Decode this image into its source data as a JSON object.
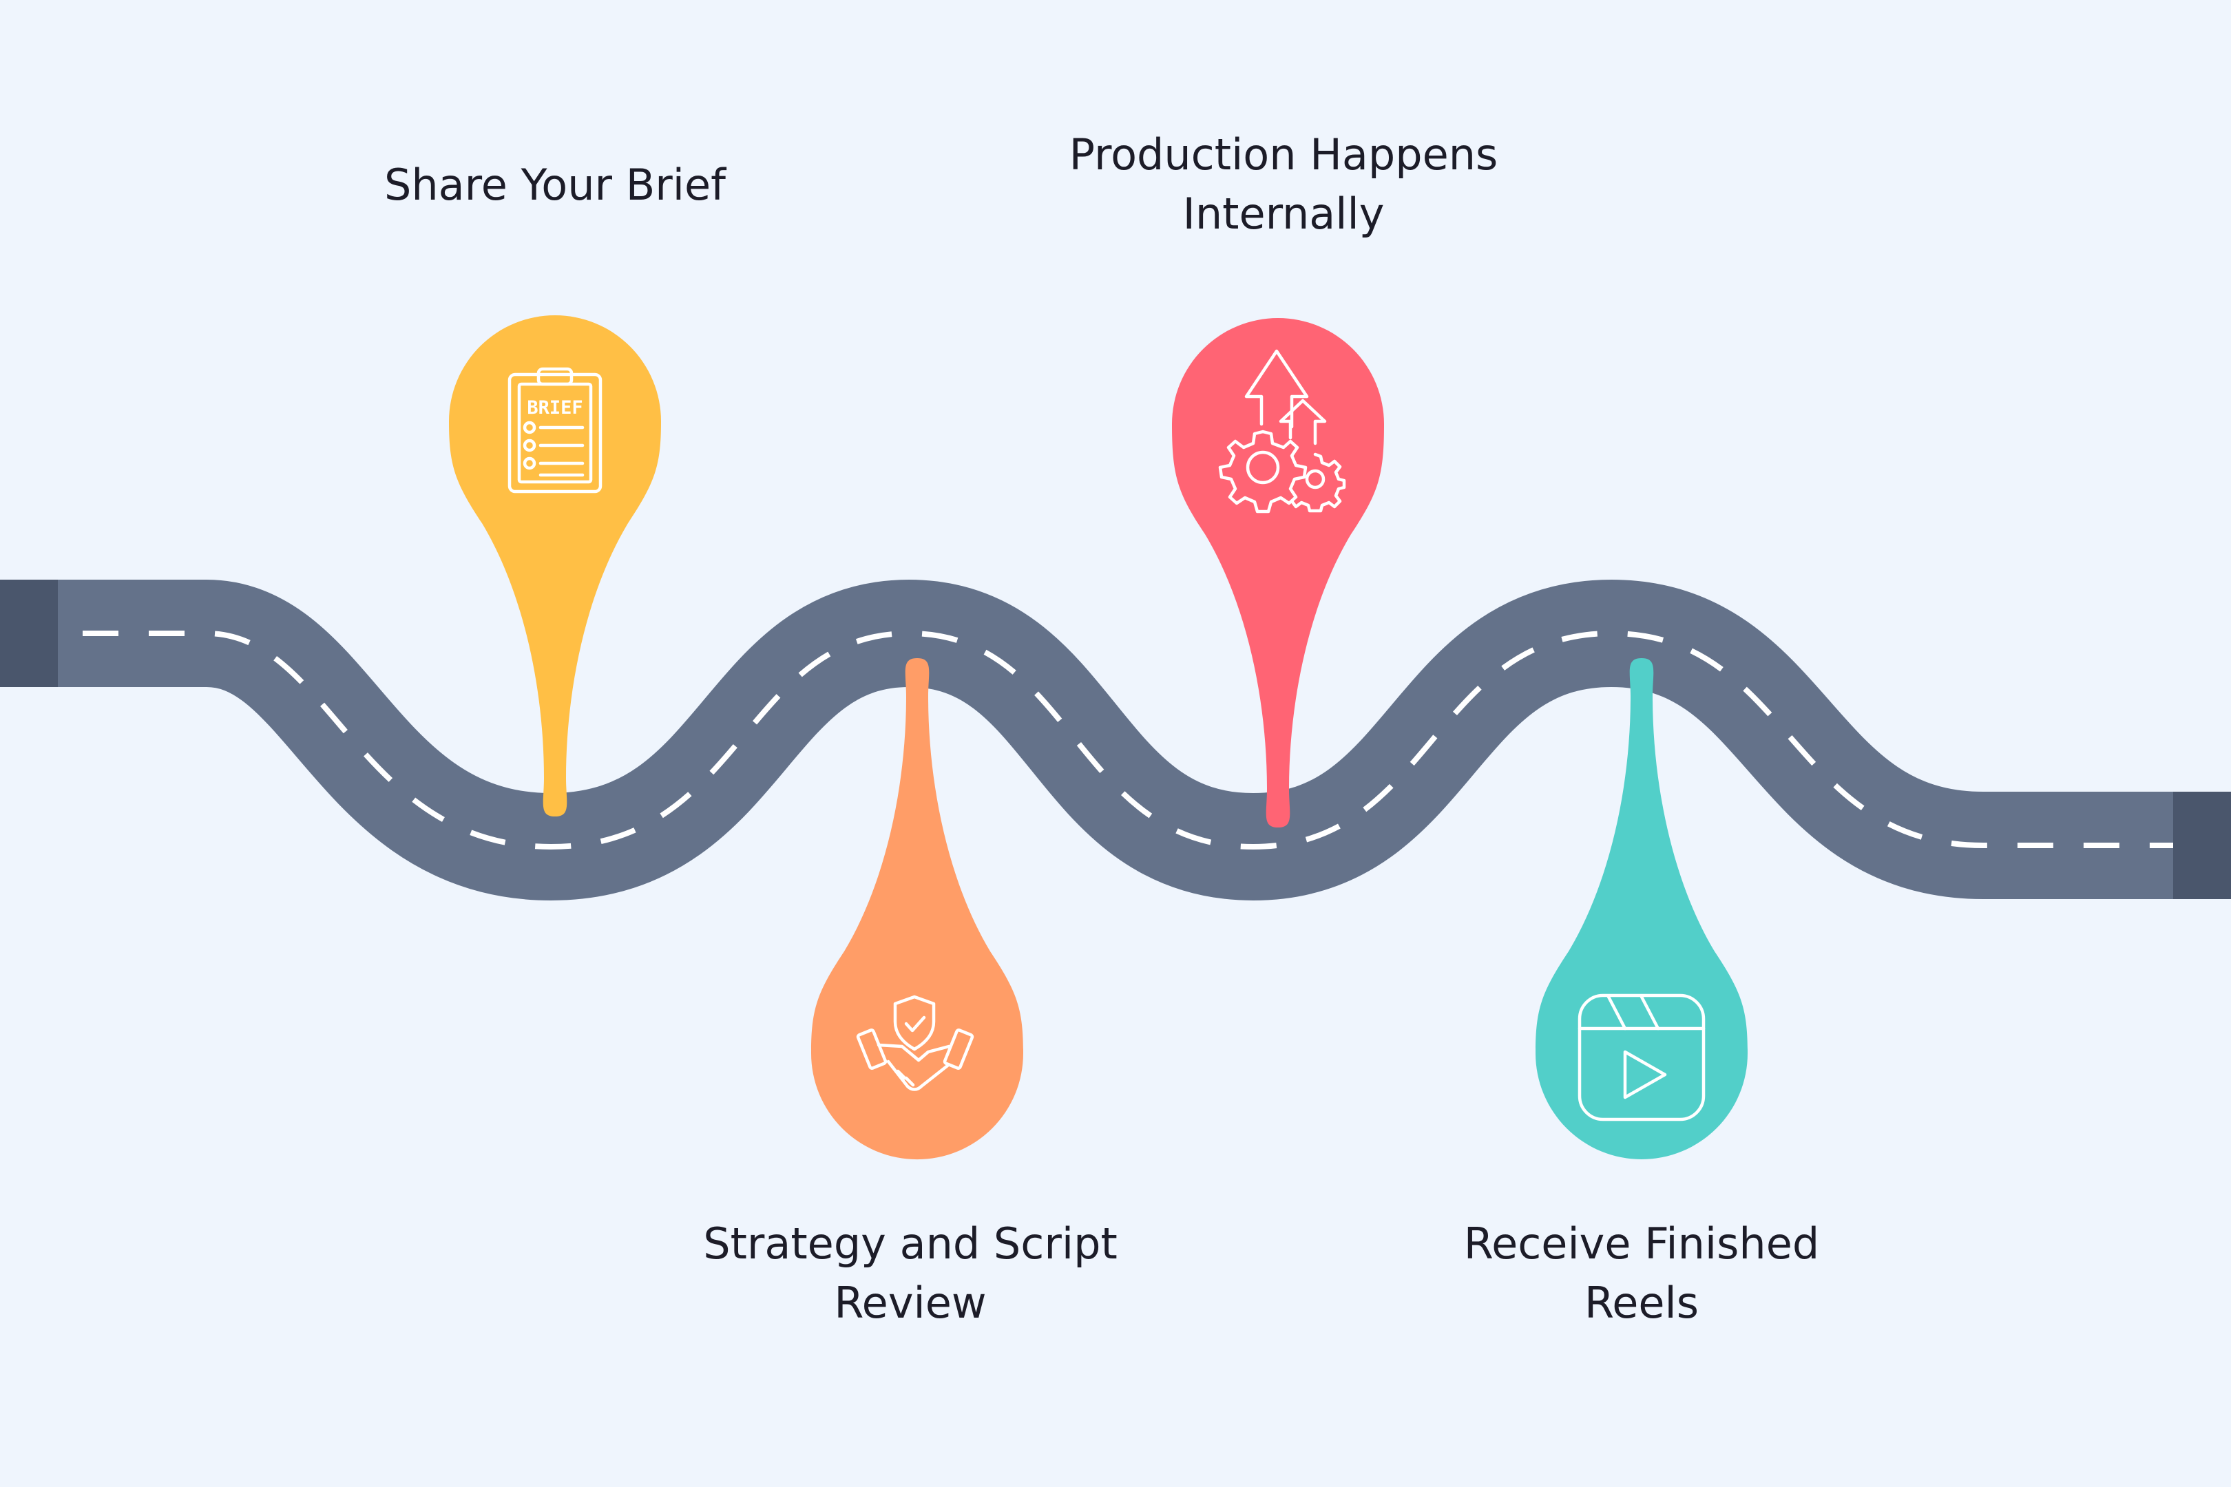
{
  "steps": [
    {
      "label": "Share Your Brief",
      "icon": "brief-clipboard-icon",
      "color": "#ffbf45",
      "icon_text": "BRIEF"
    },
    {
      "label": "Strategy and Script\nReview",
      "icon": "handshake-shield-icon",
      "color": "#ff9d67"
    },
    {
      "label": "Production Happens\nInternally",
      "icon": "gears-arrows-icon",
      "color": "#ff6474"
    },
    {
      "label": "Receive Finished\nReels",
      "icon": "video-reel-icon",
      "color": "#52cfc9"
    }
  ],
  "colors": {
    "background": "#eff5fd",
    "road": "#64728a",
    "road_end": "#4a566c",
    "lane_marking": "#ffffff"
  }
}
